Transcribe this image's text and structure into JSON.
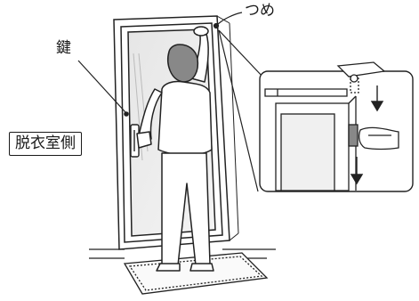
{
  "labels": {
    "key": "鍵",
    "claw": "つめ",
    "room": "脱衣室側"
  }
}
